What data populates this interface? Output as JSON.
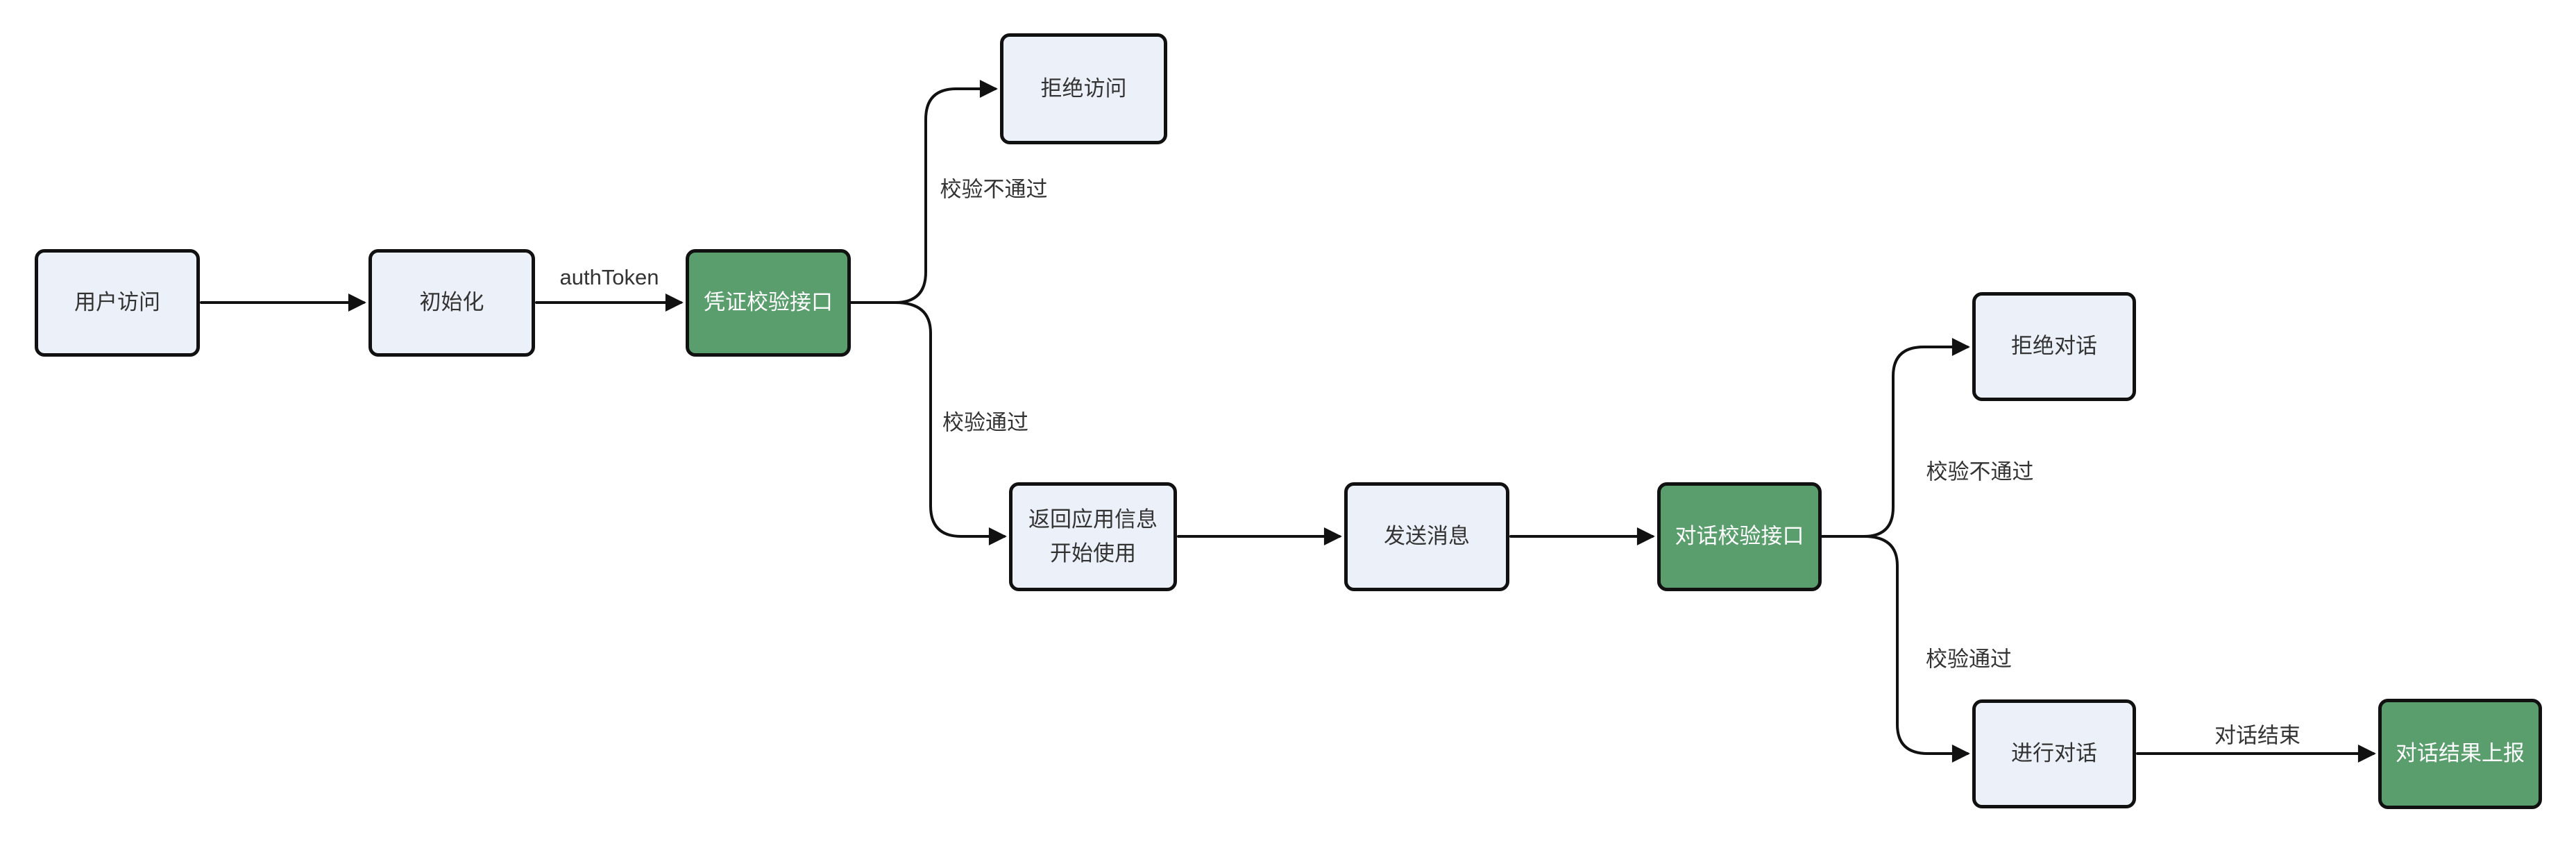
{
  "diagram": {
    "type": "flowchart",
    "background": "#ffffff",
    "colors": {
      "node_fill": "#ecf1f9",
      "node_border": "#111111",
      "node_text": "#333333",
      "accent_node_fill": "#5a9e6e",
      "accent_node_text": "#ffffff",
      "edge_stroke": "#111111",
      "edge_label_text": "#333333"
    },
    "nodes": [
      {
        "id": "user-access",
        "label": "用户访问",
        "style": "default"
      },
      {
        "id": "init",
        "label": "初始化",
        "style": "default"
      },
      {
        "id": "credential-check-api",
        "label": "凭证校验接口",
        "style": "accent"
      },
      {
        "id": "deny-access",
        "label": "拒绝访问",
        "style": "default"
      },
      {
        "id": "return-app-info",
        "label": "返回应用信息\n开始使用",
        "style": "default"
      },
      {
        "id": "send-message",
        "label": "发送消息",
        "style": "default"
      },
      {
        "id": "dialog-check-api",
        "label": "对话校验接口",
        "style": "accent"
      },
      {
        "id": "deny-dialog",
        "label": "拒绝对话",
        "style": "default"
      },
      {
        "id": "do-dialog",
        "label": "进行对话",
        "style": "default"
      },
      {
        "id": "dialog-result-report",
        "label": "对话结果上报",
        "style": "accent"
      }
    ],
    "edge_labels": [
      {
        "id": "authtoken",
        "text": "authToken",
        "edge": "init -> credential-check-api"
      },
      {
        "id": "check-fail-1",
        "text": "校验不通过",
        "edge": "credential-check-api -> deny-access"
      },
      {
        "id": "check-pass-1",
        "text": "校验通过",
        "edge": "credential-check-api -> return-app-info"
      },
      {
        "id": "check-fail-2",
        "text": "校验不通过",
        "edge": "dialog-check-api -> deny-dialog"
      },
      {
        "id": "check-pass-2",
        "text": "校验通过",
        "edge": "dialog-check-api -> do-dialog"
      },
      {
        "id": "dialog-end",
        "text": "对话结束",
        "edge": "do-dialog -> dialog-result-report"
      }
    ]
  }
}
